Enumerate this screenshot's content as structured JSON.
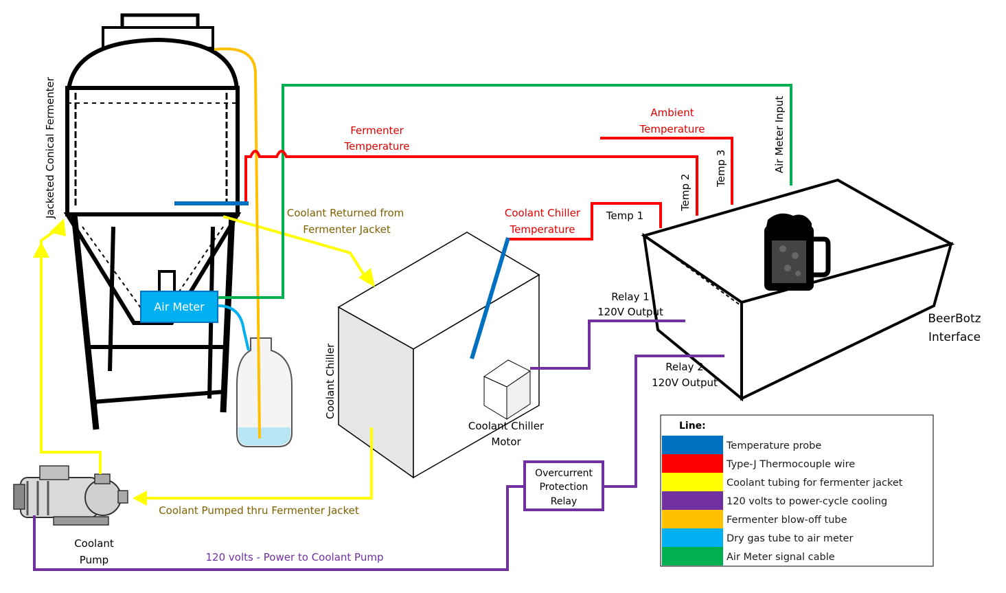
{
  "labels": {
    "fermenter_vertical": "Jacketed Conical Fermenter",
    "fermenter_temp_1": "Fermenter",
    "fermenter_temp_2": "Temperature",
    "ambient_temp_1": "Ambient",
    "ambient_temp_2": "Temperature",
    "temp_3": "Temp 3",
    "temp_2": "Temp 2",
    "temp_1": "Temp 1",
    "air_meter_input": "Air Meter Input",
    "coolant_returned_1": "Coolant Returned from",
    "coolant_returned_2": "Fermenter Jacket",
    "chiller_temp_1": "Coolant Chiller",
    "chiller_temp_2": "Temperature",
    "air_meter": "Air Meter",
    "relay1_1": "Relay 1",
    "relay1_2": "120V Output",
    "relay2_1": "Relay 2",
    "relay2_2": "120V Output",
    "beerbotz_1": "BeerBotz",
    "beerbotz_2": "Interface",
    "coolant_chiller_vertical": "Coolant Chiller",
    "chiller_motor_1": "Coolant Chiller",
    "chiller_motor_2": "Motor",
    "overcurrent_1": "Overcurrent",
    "overcurrent_2": "Protection",
    "overcurrent_3": "Relay",
    "coolant_pumped": "Coolant Pumped thru Fermenter Jacket",
    "coolant_pump_1": "Coolant",
    "coolant_pump_2": "Pump",
    "power_to_pump": "120 volts - Power to Coolant Pump"
  },
  "legend": {
    "title": "Line:",
    "items": [
      {
        "color": "#0070c0",
        "label": "Temperature probe"
      },
      {
        "color": "#ff0000",
        "label": "Type-J Thermocouple wire"
      },
      {
        "color": "#ffff00",
        "label": "Coolant tubing for fermenter jacket"
      },
      {
        "color": "#7030a0",
        "label": "120 volts to power-cycle cooling"
      },
      {
        "color": "#ffc000",
        "label": "Fermenter blow-off tube"
      },
      {
        "color": "#00b0f0",
        "label": "Dry gas tube to air meter"
      },
      {
        "color": "#00b050",
        "label": "Air Meter signal cable"
      }
    ]
  },
  "colors": {
    "probe": "#0070c0",
    "thermocouple": "#ff0000",
    "coolant": "#ffff00",
    "power": "#7030a0",
    "blowoff": "#ffc000",
    "gas": "#00b0f0",
    "signal": "#00b050",
    "red_text": "#e00000",
    "olive_text": "#7f6000",
    "purple_text": "#7030a0"
  }
}
